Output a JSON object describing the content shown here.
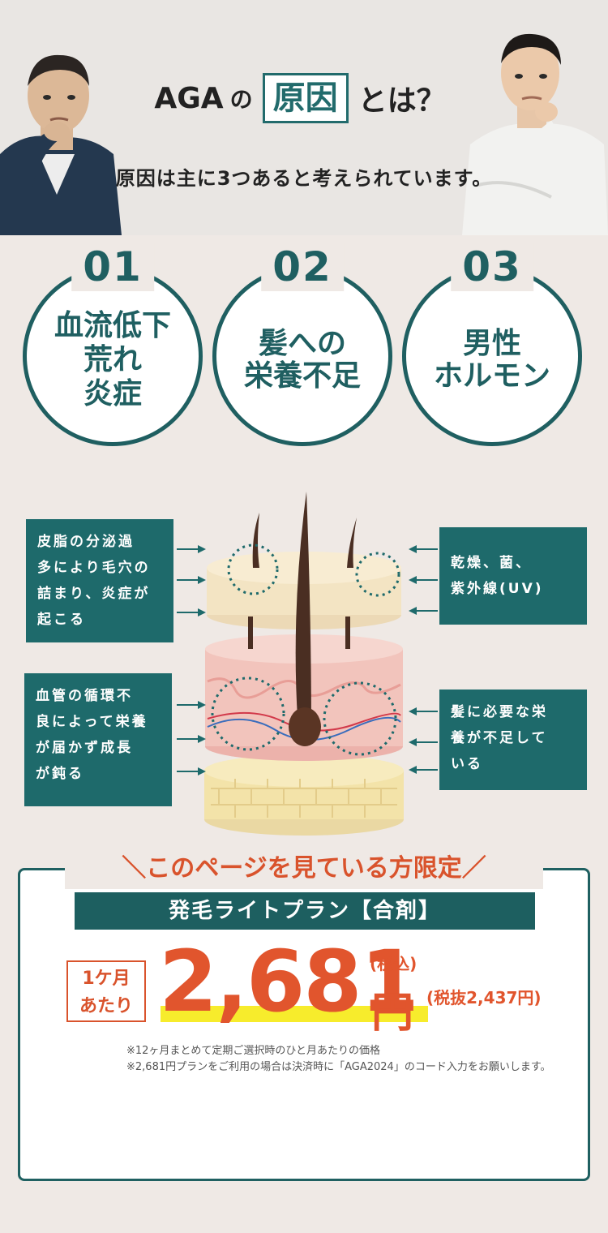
{
  "hero": {
    "headline_a": "AGA",
    "headline_no": "の",
    "headline_box": "原因",
    "headline_c": "とは？",
    "subhead": "原因は主に3つあると考えられています。"
  },
  "causes": [
    {
      "num": "01",
      "text": "血流低下\n荒れ\n炎症"
    },
    {
      "num": "02",
      "text": "髪への\n栄養不足"
    },
    {
      "num": "03",
      "text": "男性\nホルモン"
    }
  ],
  "callouts": {
    "top_left": "皮脂の分泌過\n多により毛穴の\n詰まり、炎症が\n起こる",
    "top_right": "乾燥、菌、\n紫外線(UV)",
    "bottom_left": "血管の循環不\n良によって栄養\nが届かず成長\nが鈍る",
    "bottom_right": "髪に必要な栄\n養が不足して\nいる"
  },
  "offer": {
    "tag": "＼このページを見ている方限定／",
    "plan": "発毛ライトプラン【合剤】",
    "per_month": "1ケ月\nあたり",
    "price": "2,681",
    "yen": "円",
    "tax_in": "(税込)",
    "tax_ex": "(税抜2,437円)",
    "note1": "※12ヶ月まとめて定期ご選択時のひと月あたりの価格",
    "note2": "※2,681円プランをご利用の場合は決済時に「AGA2024」のコード入力をお願いします。"
  },
  "colors": {
    "teal": "#1f6061",
    "accent": "#e1552d",
    "highlight": "#f7ec2c",
    "background": "#efe9e5"
  }
}
